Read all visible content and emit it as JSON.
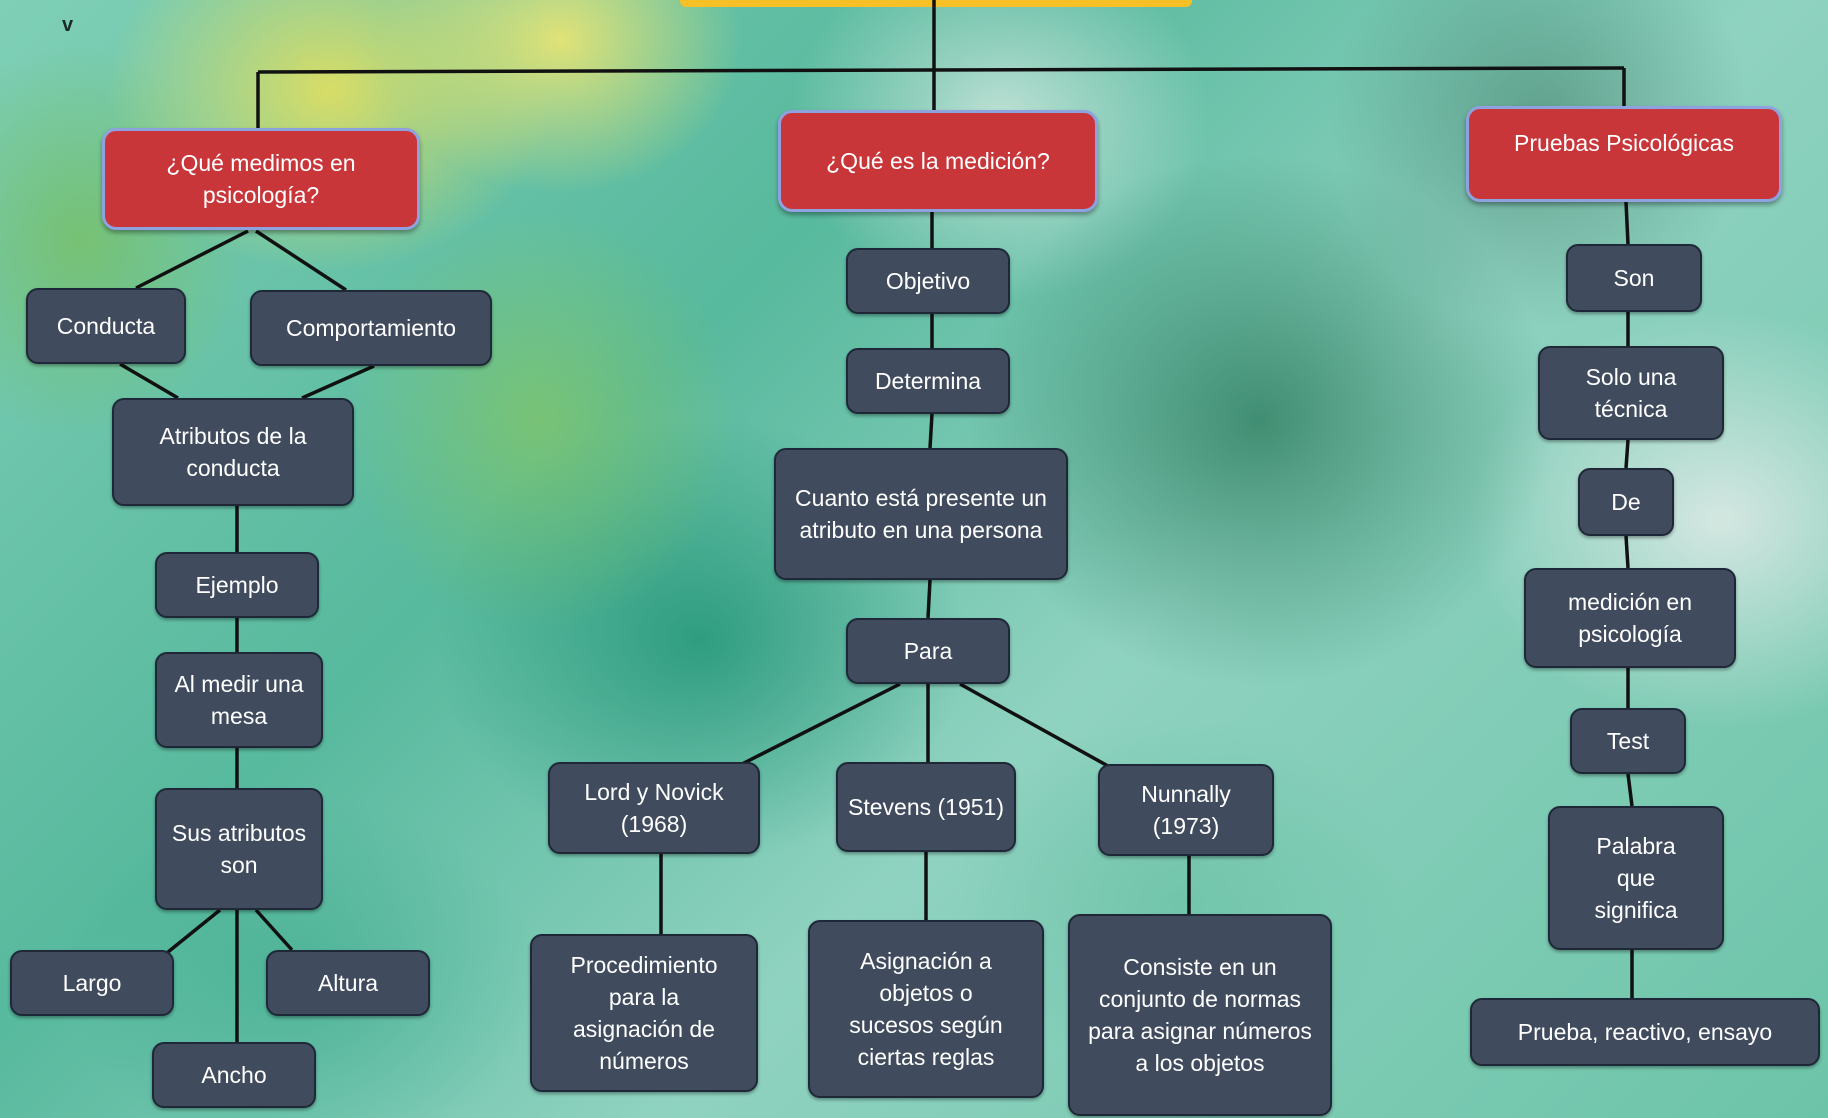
{
  "corner_mark": "v",
  "nodes": {
    "que_medimos": "¿Qué medimos en psicología?",
    "que_es_medicion": "¿Qué es la medición?",
    "pruebas": "Pruebas Psicológicas",
    "conducta": "Conducta",
    "comportamiento": "Comportamiento",
    "atributos": "Atributos de la conducta",
    "ejemplo": "Ejemplo",
    "al_medir": "Al medir una mesa",
    "sus_atributos": "Sus atributos son",
    "largo": "Largo",
    "altura": "Altura",
    "ancho": "Ancho",
    "objetivo": "Objetivo",
    "determina": "Determina",
    "cuanto": "Cuanto está presente un atributo en una persona",
    "para": "Para",
    "lord": "Lord y Novick (1968)",
    "stevens": "Stevens (1951)",
    "nunnally": "Nunnally (1973)",
    "procedimiento": "Procedimiento para la asignación de números",
    "asignacion": "Asignación a objetos o sucesos según ciertas reglas",
    "consiste": "Consiste en un conjunto de normas para asignar números a los objetos",
    "son": "Son",
    "solo_una": "Solo una técnica",
    "de": "De",
    "medicion_psico": "medición en psicología",
    "test": "Test",
    "palabra": "Palabra que significa",
    "prueba": "Prueba, reactivo, ensayo"
  },
  "colors": {
    "node_fill": "#404b5e",
    "header_fill": "#c8363a",
    "header_border": "#8fa2e0",
    "top_bar": "#f6c026",
    "connector": "#111111"
  }
}
